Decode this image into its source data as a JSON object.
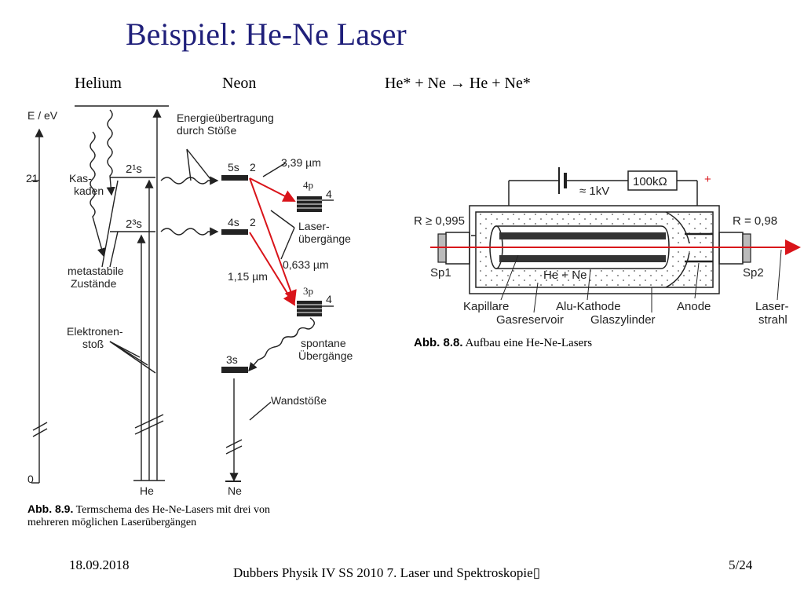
{
  "slide": {
    "title": "Beispiel: He-Ne Laser",
    "headers": {
      "helium": "Helium",
      "neon": "Neon",
      "reaction": "He* + Ne → He + Ne*"
    },
    "footer": {
      "date": "18.09.2018",
      "center": "Dubbers Physik IV SS 2010 7. Laser und Spektroskopie▯",
      "page": "5/24"
    }
  },
  "term_diagram": {
    "axis_label": "E / eV",
    "ticks": [
      "21",
      "0"
    ],
    "labels": {
      "energy_transfer": [
        "Energieübertragung",
        "durch Stöße"
      ],
      "kaskaden": [
        "Kas-",
        "kaden"
      ],
      "he_2_1s": "2¹s",
      "he_2_3s": "2³s",
      "metastable": [
        "metastabile",
        "Zustände"
      ],
      "electron_impact": [
        "Elektronen-",
        "stoß"
      ],
      "he_ground": "He",
      "ne_5s": "5s",
      "ne_5s_n": "2",
      "ne_4s": "4s",
      "ne_4s_n": "2",
      "ne_4p_n": "4",
      "ne_3p_n": "4",
      "ne_3s": "3s",
      "ne_ground": "Ne",
      "lambda_339": "3,39 µm",
      "lambda_633": "0,633 µm",
      "lambda_115": "1,15 µm",
      "laser_transitions": [
        "Laser-",
        "übergänge"
      ],
      "spontaneous": [
        "spontane",
        "Übergänge"
      ],
      "wall": "Wandstöße",
      "level_4p": "4p",
      "level_3p": "3p"
    },
    "caption_label": "Abb. 8.9.",
    "caption_line1": "Termschema des He-Ne-Lasers mit drei von",
    "caption_line2": "mehreren möglichen Laserübergängen"
  },
  "setup_diagram": {
    "voltage": "≈ 1kV",
    "resistor": "100kΩ",
    "plus": "+",
    "r_left": "R ≥ 0,995",
    "r_right": "R = 0,98",
    "sp1": "Sp1",
    "sp2": "Sp2",
    "gas": "He + Ne",
    "kapillare": "Kapillare",
    "gasreservoir": "Gasreservoir",
    "kathode": "Alu-Kathode",
    "glaszylinder": "Glaszylinder",
    "anode": "Anode",
    "laserstrahl": [
      "Laser-",
      "strahl"
    ],
    "caption_label": "Abb. 8.8.",
    "caption_text": "Aufbau eine He-Ne-Lasers"
  },
  "colors": {
    "title": "#1f1f7a",
    "laser": "#d9141a",
    "ink": "#222222"
  }
}
